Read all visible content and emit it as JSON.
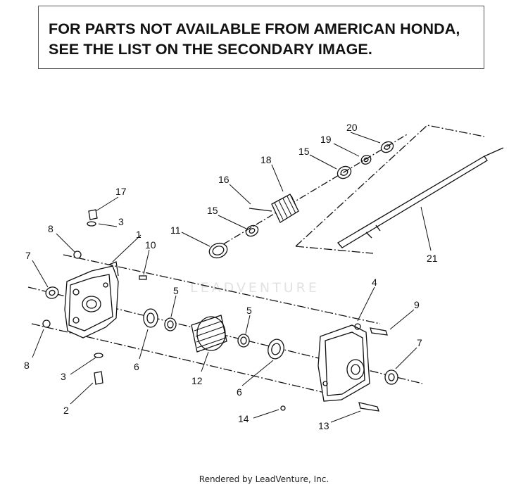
{
  "notice": {
    "line1": "FOR PARTS NOT AVAILABLE FROM AMERICAN HONDA,",
    "line2": "SEE THE LIST ON THE SECONDARY IMAGE."
  },
  "watermark": "LEADVENTURE",
  "footer": "Rendered by LeadVenture, Inc.",
  "callouts": [
    "1",
    "2",
    "3",
    "3",
    "4",
    "5",
    "5",
    "6",
    "6",
    "7",
    "7",
    "8",
    "8",
    "9",
    "10",
    "11",
    "12",
    "13",
    "14",
    "15",
    "15",
    "16",
    "17",
    "18",
    "19",
    "20",
    "21"
  ]
}
